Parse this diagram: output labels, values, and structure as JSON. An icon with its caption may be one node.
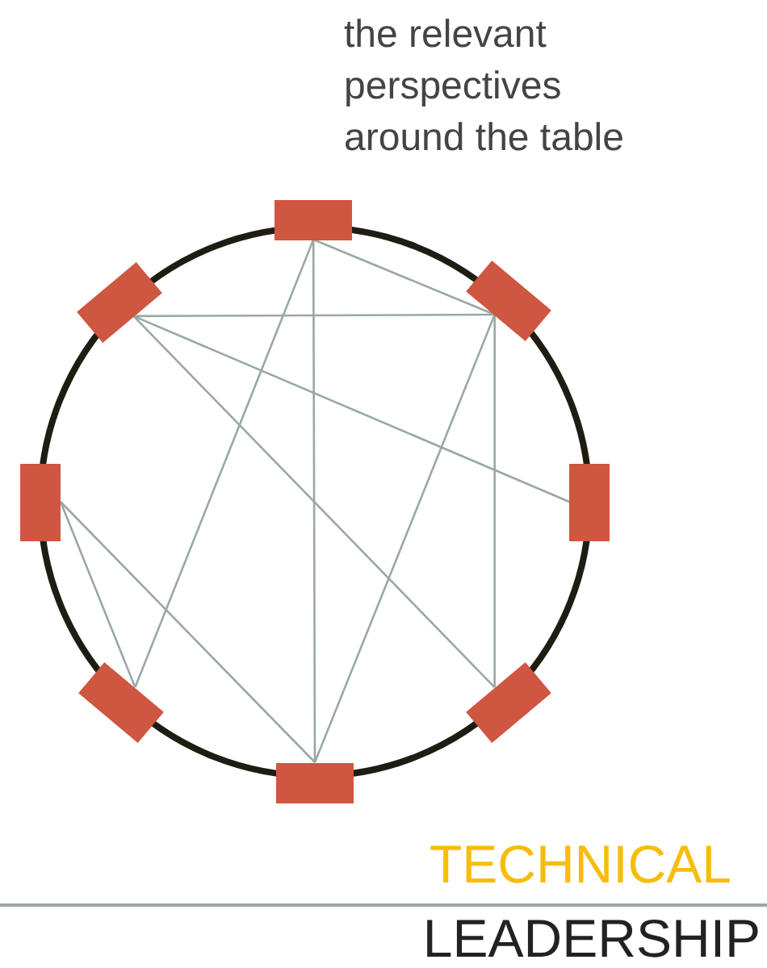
{
  "diagram": {
    "nodes": [
      {
        "text": [],
        "shape": "box"
      },
      {
        "text": [],
        "shape": "box"
      },
      {
        "text": [],
        "shape": "box"
      },
      {
        "text": [],
        "shape": "box"
      },
      {
        "text": [],
        "shape": "box"
      },
      {
        "text": [],
        "shape": "box"
      },
      {
        "text": [],
        "shape": "box"
      },
      {
        "text": [],
        "shape": "box"
      }
    ],
    "edges": [
      {
        "from": 0,
        "to": 1,
        "arrow": "none"
      },
      {
        "from": 0,
        "to": 4,
        "arrow": "none"
      },
      {
        "from": 0,
        "to": 5,
        "arrow": "none"
      },
      {
        "from": 7,
        "to": 1,
        "arrow": "none"
      },
      {
        "from": 7,
        "to": 2,
        "arrow": "none"
      },
      {
        "from": 7,
        "to": 3,
        "arrow": "none"
      },
      {
        "from": 1,
        "to": 3,
        "arrow": "none"
      },
      {
        "from": 1,
        "to": 4,
        "arrow": "none"
      },
      {
        "from": 6,
        "to": 5,
        "arrow": "none"
      },
      {
        "from": 6,
        "to": 4,
        "arrow": "none"
      }
    ],
    "labels": [
      "the relevant perspectives around the table",
      "TECHNICAL",
      "LEADERSHIP"
    ]
  }
}
